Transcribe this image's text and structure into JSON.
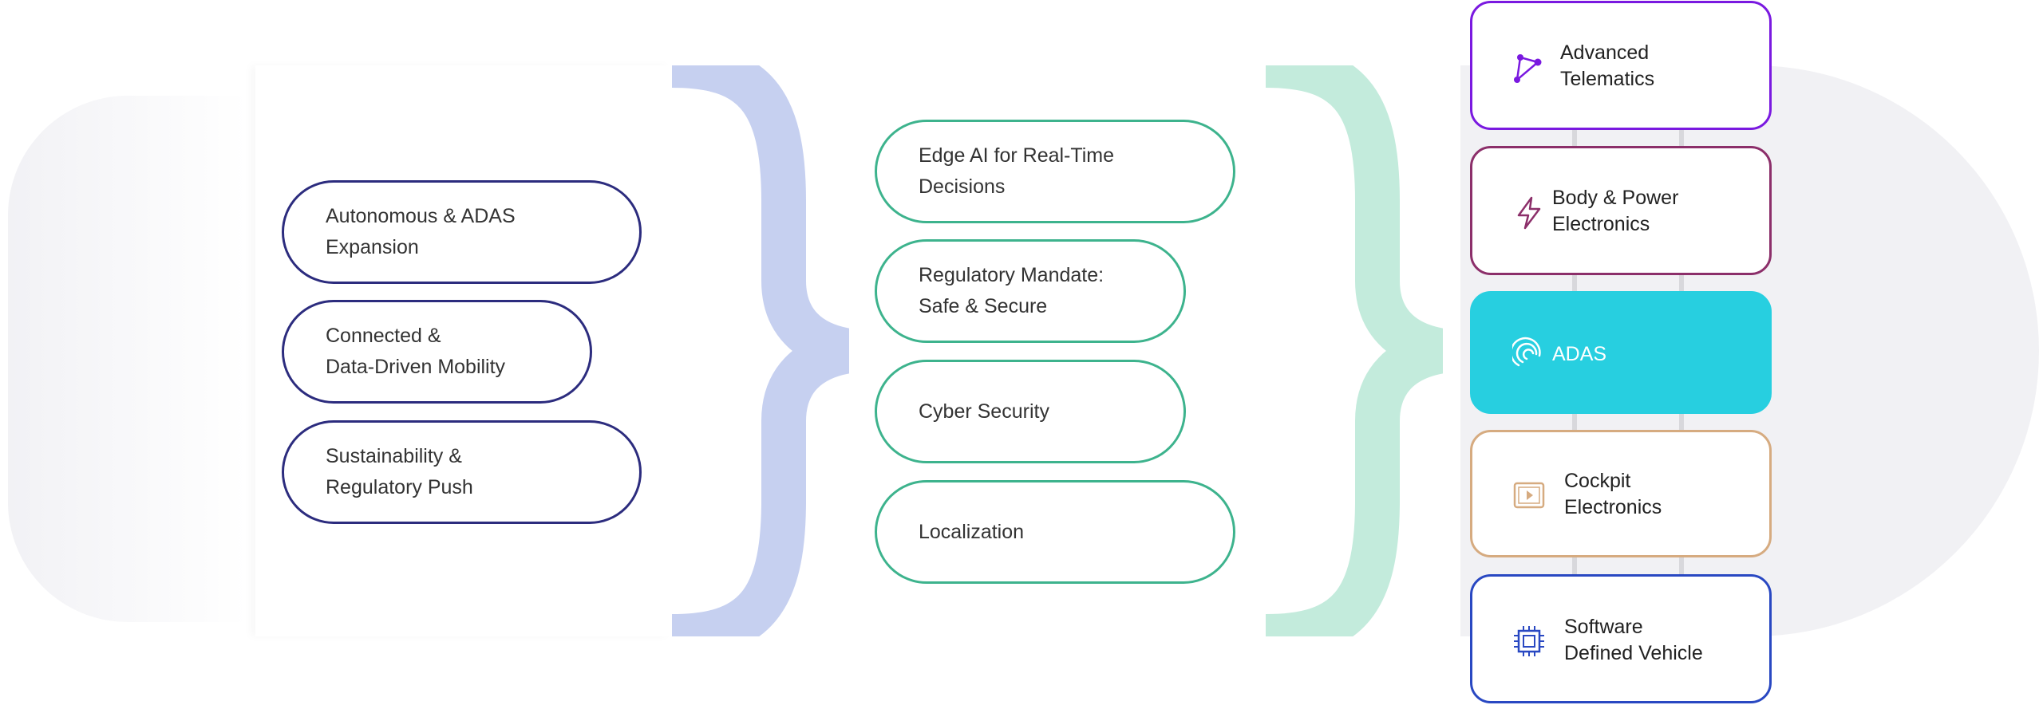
{
  "drivers": [
    {
      "label": "Autonomous & ADAS\nExpansion"
    },
    {
      "label": "Connected &\nData-Driven Mobility"
    },
    {
      "label": "Sustainability &\nRegulatory Push"
    }
  ],
  "priorities": [
    {
      "label": "Edge AI for Real-Time\nDecisions"
    },
    {
      "label": "Regulatory Mandate:\nSafe & Secure"
    },
    {
      "label": "Cyber Security"
    },
    {
      "label": "Localization"
    }
  ],
  "domains": [
    {
      "label": "Advanced\nTelematics",
      "icon": "telematics-network-icon",
      "color": "#7a19e0"
    },
    {
      "label": "Body & Power\nElectronics",
      "icon": "lightning-bolt-icon",
      "color": "#8c2f6a"
    },
    {
      "label": "ADAS",
      "icon": "radar-signal-icon",
      "color": "#27cfe0",
      "active": true
    },
    {
      "label": "Cockpit\nElectronics",
      "icon": "video-screen-icon",
      "color": "#d6ab80"
    },
    {
      "label": "Software\nDefined Vehicle",
      "icon": "chip-icon",
      "color": "#2948c2"
    }
  ],
  "colors": {
    "left_border": "#2c2c7e",
    "mid_border": "#3db38d",
    "brace_blue": "#c6d0f0",
    "brace_green": "#c3ebdc"
  }
}
